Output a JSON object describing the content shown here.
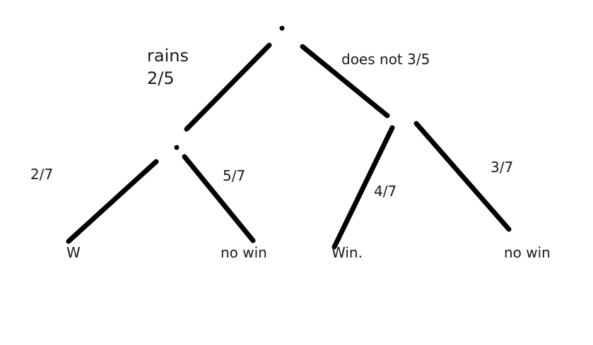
{
  "tree": {
    "root": {
      "branches": [
        {
          "label_top": "rains",
          "label_bottom": "2/5",
          "children": [
            {
              "probability": "2/7",
              "outcome": "W"
            },
            {
              "probability": "5/7",
              "outcome": "no win"
            }
          ]
        },
        {
          "label": "does not 3/5",
          "children": [
            {
              "probability": "4/7",
              "outcome": "Win."
            },
            {
              "probability": "3/7",
              "outcome": "no win"
            }
          ]
        }
      ]
    },
    "colors": {
      "ink": "#000000",
      "background": "#ffffff"
    }
  }
}
